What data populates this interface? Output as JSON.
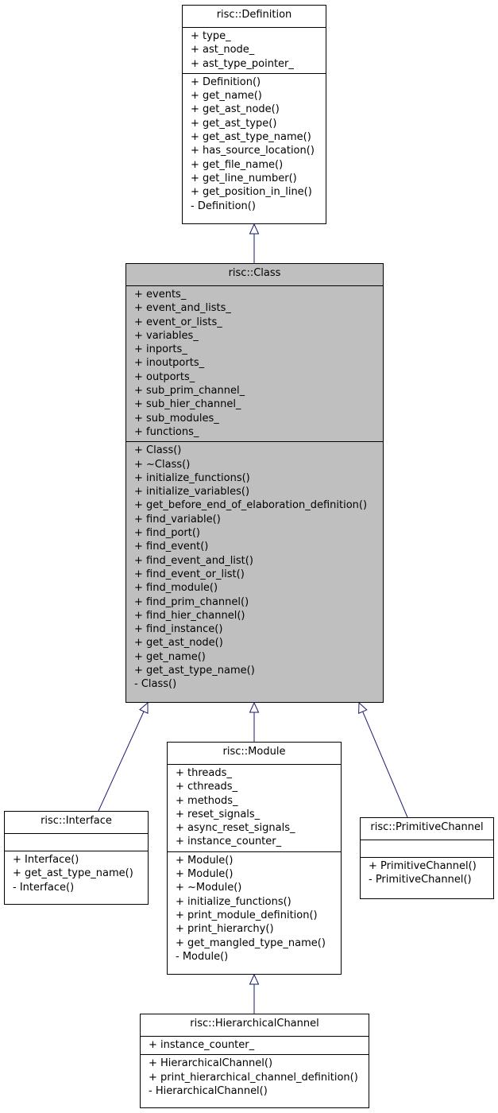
{
  "diagram": {
    "nodes": [
      {
        "id": "definition",
        "title": "risc::Definition",
        "attributes": [
          "+ type_",
          "+ ast_node_",
          "+ ast_type_pointer_"
        ],
        "methods": [
          "+ Definition()",
          "+ get_name()",
          "+ get_ast_node()",
          "+ get_ast_type()",
          "+ get_ast_type_name()",
          "+ has_source_location()",
          "+ get_file_name()",
          "+ get_line_number()",
          "+ get_position_in_line()",
          "- Definition()"
        ]
      },
      {
        "id": "class",
        "title": "risc::Class",
        "highlighted": true,
        "attributes": [
          "+ events_",
          "+ event_and_lists_",
          "+ event_or_lists_",
          "+ variables_",
          "+ inports_",
          "+ inoutports_",
          "+ outports_",
          "+ sub_prim_channel_",
          "+ sub_hier_channel_",
          "+ sub_modules_",
          "+ functions_"
        ],
        "methods": [
          "+ Class()",
          "+ ~Class()",
          "+ initialize_functions()",
          "+ initialize_variables()",
          "+ get_before_end_of_elaboration_definition()",
          "+ find_variable()",
          "+ find_port()",
          "+ find_event()",
          "+ find_event_and_list()",
          "+ find_event_or_list()",
          "+ find_module()",
          "+ find_prim_channel()",
          "+ find_hier_channel()",
          "+ find_instance()",
          "+ get_ast_node()",
          "+ get_name()",
          "+ get_ast_type_name()",
          "- Class()"
        ]
      },
      {
        "id": "interface",
        "title": "risc::Interface",
        "attributes": [],
        "methods": [
          "+ Interface()",
          "+ get_ast_type_name()",
          "- Interface()"
        ]
      },
      {
        "id": "module",
        "title": "risc::Module",
        "attributes": [
          "+ threads_",
          "+ cthreads_",
          "+ methods_",
          "+ reset_signals_",
          "+ async_reset_signals_",
          "+ instance_counter_"
        ],
        "methods": [
          "+ Module()",
          "+ Module()",
          "+ ~Module()",
          "+ initialize_functions()",
          "+ print_module_definition()",
          "+ print_hierarchy()",
          "+ get_mangled_type_name()",
          "- Module()"
        ]
      },
      {
        "id": "primitive_channel",
        "title": "risc::PrimitiveChannel",
        "attributes": [],
        "methods": [
          "+ PrimitiveChannel()",
          "- PrimitiveChannel()"
        ]
      },
      {
        "id": "hierarchical_channel",
        "title": "risc::HierarchicalChannel",
        "attributes": [
          "+ instance_counter_"
        ],
        "methods": [
          "+ HierarchicalChannel()",
          "+ print_hierarchical_channel_definition()",
          "- HierarchicalChannel()"
        ]
      }
    ],
    "edges": [
      {
        "from": "class",
        "to": "definition"
      },
      {
        "from": "interface",
        "to": "class"
      },
      {
        "from": "module",
        "to": "class"
      },
      {
        "from": "primitive_channel",
        "to": "class"
      },
      {
        "from": "hierarchical_channel",
        "to": "module"
      }
    ],
    "colors": {
      "edge": "#191970",
      "highlight": "#bfbfbf",
      "border": "#000000"
    }
  }
}
